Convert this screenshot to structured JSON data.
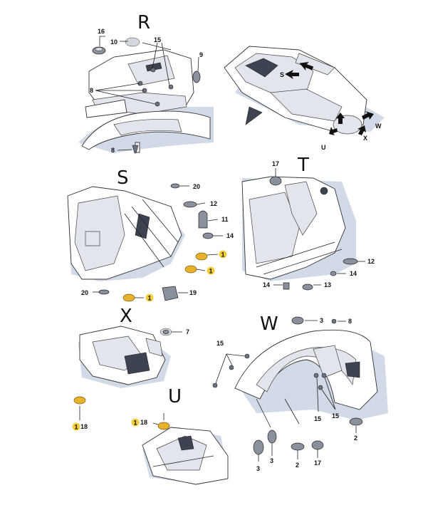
{
  "sections": {
    "R": "R",
    "S": "S",
    "T": "T",
    "X": "X",
    "U": "U",
    "W": "W"
  },
  "view_labels": {
    "S": "S",
    "W": "W",
    "X": "X",
    "U": "U"
  },
  "callouts": {
    "r16": "16",
    "r10": "10",
    "r15": "15",
    "r9": "9",
    "r8a": "8",
    "r8b": "8",
    "s20a": "20",
    "s12": "12",
    "s11": "11",
    "s14": "14",
    "s1a": "1",
    "s1b": "1",
    "s20b": "20",
    "s1c": "1",
    "s19": "19",
    "t17": "17",
    "t12": "12",
    "t14a": "14",
    "t14b": "14",
    "t13": "13",
    "x7": "7",
    "x1": "1",
    "x18": "18",
    "u1": "1",
    "u18": "18",
    "w3a": "3",
    "w8": "8",
    "w15a": "15",
    "w15b": "15",
    "w15c": "15",
    "w2a": "2",
    "w3b": "3",
    "w3c": "3",
    "w2b": "2",
    "w17": "17"
  },
  "colors": {
    "highlight_part": "#e8b12c",
    "highlight_badge": "#f2cf3a",
    "shadow": "#c9d4e2"
  }
}
